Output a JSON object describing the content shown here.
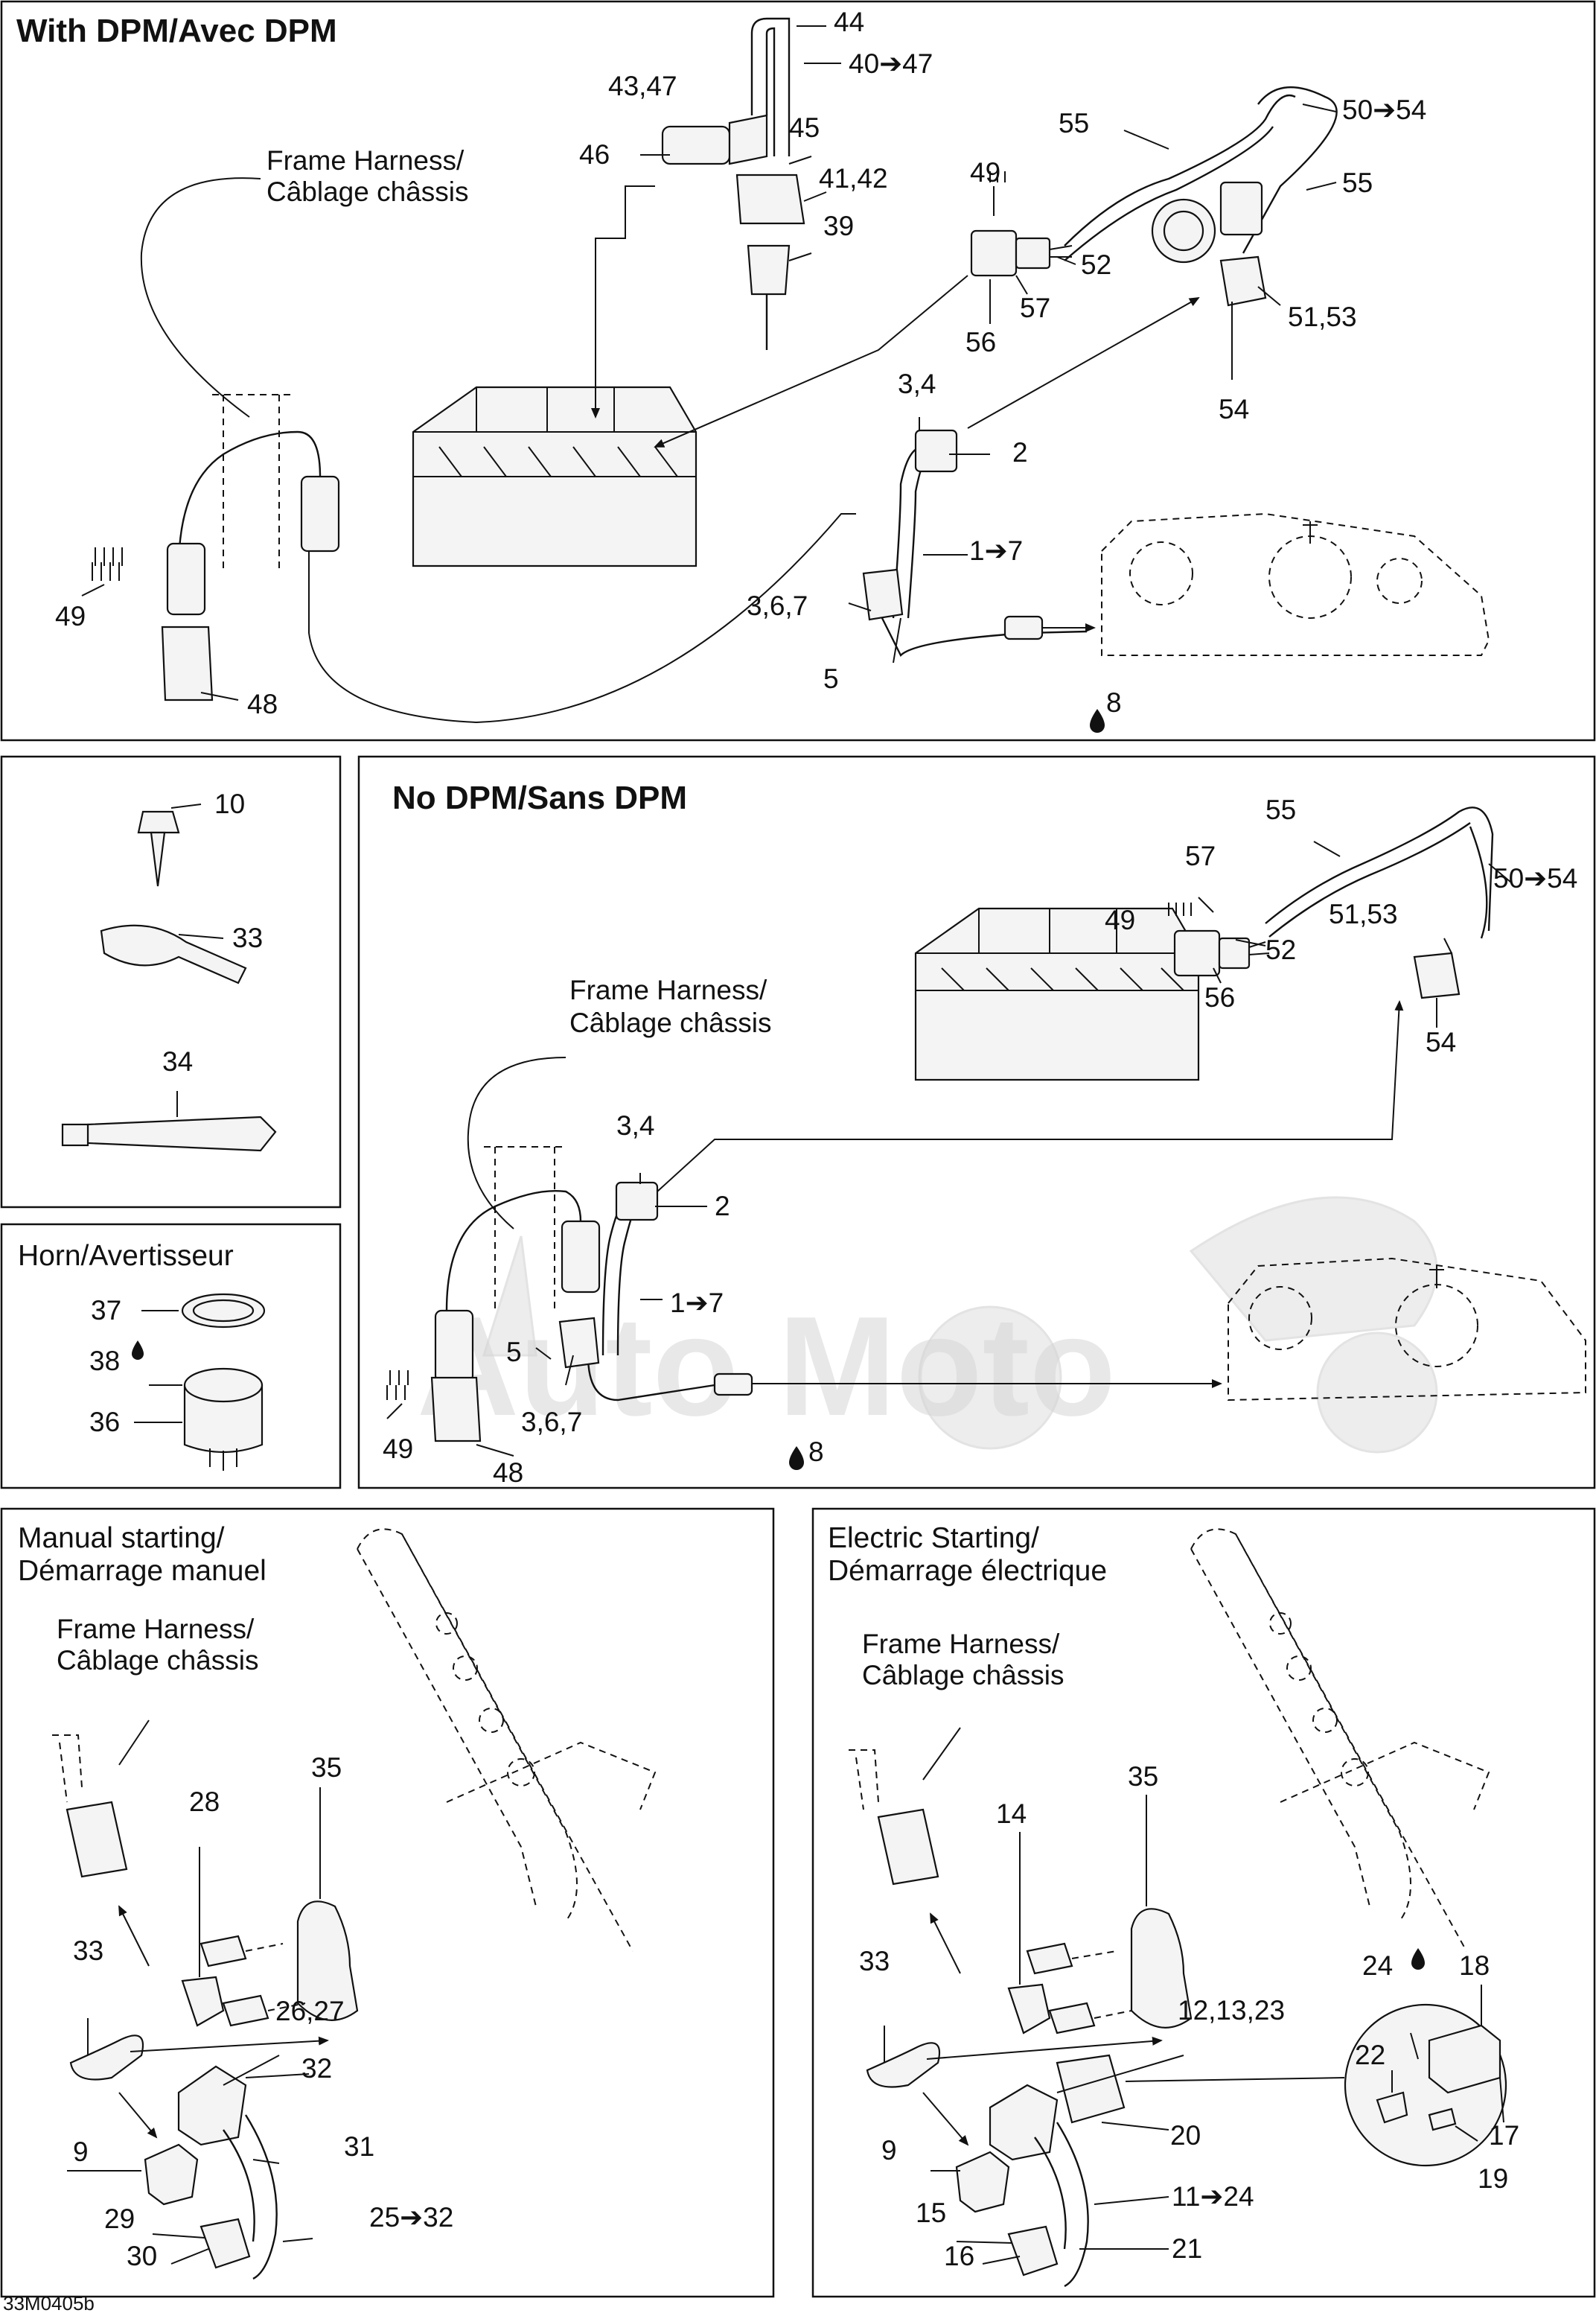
{
  "drawing_code": "33M0405b",
  "watermark_text": "Auto Moto",
  "sections": {
    "with_dpm": "With DPM/Avec DPM",
    "no_dpm": "No DPM/Sans DPM",
    "horn": "Horn/Avertisseur",
    "manual_1": "Manual starting/",
    "manual_2": "Démarrage manuel",
    "electric_1": "Electric Starting/",
    "electric_2": "Démarrage électrique"
  },
  "frame_harness": {
    "en": "Frame Harness/",
    "fr": "Câblage châssis"
  },
  "labels": {
    "dpm": {
      "p44": "44",
      "p40_47": "40➔47",
      "p43_47": "43,47",
      "p46": "46",
      "p45": "45",
      "p41_42": "41,42",
      "p39": "39",
      "p55a": "55",
      "p50_54": "50➔54",
      "p55b": "55",
      "p49a": "49",
      "p52": "52",
      "p57": "57",
      "p56": "56",
      "p51_53": "51,53",
      "p54": "54",
      "p3_4": "3,4",
      "p2": "2",
      "p1_7": "1➔7",
      "p3_6_7": "3,6,7",
      "p5": "5",
      "p8": "8",
      "p49b": "49",
      "p48": "48"
    },
    "misc": {
      "p10": "10",
      "p33": "33",
      "p34": "34"
    },
    "horn": {
      "p37": "37",
      "p38": "38",
      "p36": "36"
    },
    "nodpm": {
      "p55": "55",
      "p50_54": "50➔54",
      "p57": "57",
      "p49a": "49",
      "p52": "52",
      "p56": "56",
      "p51_53": "51,53",
      "p54": "54",
      "p3_4": "3,4",
      "p2": "2",
      "p1_7": "1➔7",
      "p5": "5",
      "p3_6_7": "3,6,7",
      "p8": "8",
      "p49b": "49",
      "p48": "48"
    },
    "manual": {
      "p35": "35",
      "p28": "28",
      "p33": "33",
      "p26_27": "26,27",
      "p32": "32",
      "p9": "9",
      "p31": "31",
      "p29": "29",
      "p30": "30",
      "p25_32": "25➔32"
    },
    "electric": {
      "p35": "35",
      "p14": "14",
      "p33": "33",
      "p12_13_23": "12,13,23",
      "p24": "24",
      "p18": "18",
      "p22": "22",
      "p17": "17",
      "p19": "19",
      "p9": "9",
      "p20": "20",
      "p15": "15",
      "p11_24": "11➔24",
      "p16": "16",
      "p21": "21"
    }
  }
}
